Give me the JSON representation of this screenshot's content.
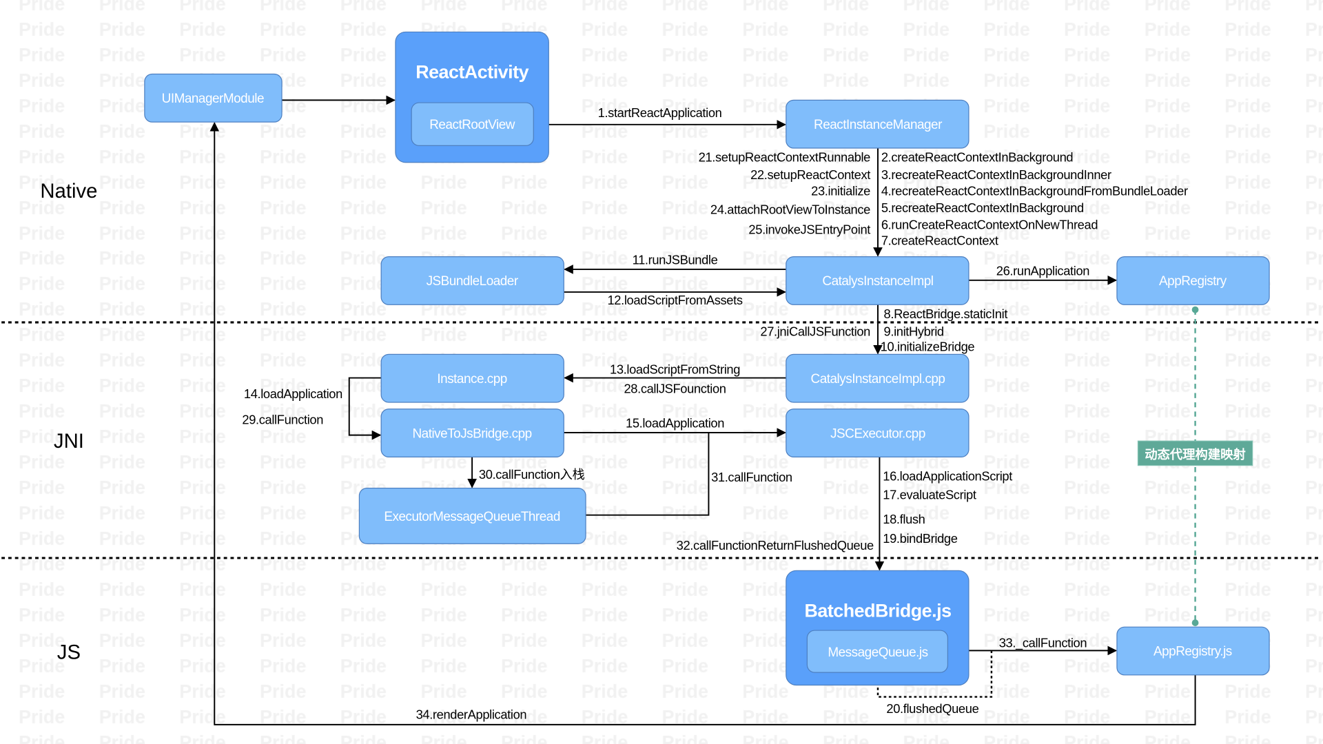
{
  "watermark": "Pride",
  "colors": {
    "box": "#80bdfb",
    "container": "#5aa0fa",
    "border": "#4d7fc0",
    "annotation": "#5fa998"
  },
  "sections": [
    "Native",
    "JNI",
    "JS"
  ],
  "nodes": {
    "ui_manager_module": "UIManagerModule",
    "react_activity": "ReactActivity",
    "react_root_view": "ReactRootView",
    "react_instance_manager": "ReactInstanceManager",
    "js_bundle_loader": "JSBundleLoader",
    "catalys_instance_impl": "CatalysInstanceImpl",
    "app_registry": "AppRegistry",
    "instance_cpp": "Instance.cpp",
    "catalys_instance_impl_cpp": "CatalysInstanceImpl.cpp",
    "native_to_js_bridge_cpp": "NativeToJsBridge.cpp",
    "jsc_executor_cpp": "JSCExecutor.cpp",
    "executor_message_queue_thread": "ExecutorMessageQueueThread",
    "batched_bridge_js": "BatchedBridge.js",
    "message_queue_js": "MessageQueue.js",
    "app_registry_js": "AppRegistry.js"
  },
  "annotation": "动态代理构建映射",
  "steps": {
    "s1": "1.startReactApplication",
    "s2": "2.createReactContextInBackground",
    "s3": "3.recreateReactContextInBackgroundInner",
    "s4": "4.recreateReactContextInBackgroundFromBundleLoader",
    "s5": "5.recreateReactContextInBackground",
    "s6": "6.runCreateReactContextOnNewThread",
    "s7": "7.createReactContext",
    "s8": "8.ReactBridge.staticInit",
    "s9": "9.initHybrid",
    "s10": "10.initializeBridge",
    "s11": "11.runJSBundle",
    "s12": "12.loadScriptFromAssets",
    "s13": "13.loadScriptFromString",
    "s14": "14.loadApplication",
    "s15": "15.loadApplication",
    "s16": "16.loadApplicationScript",
    "s17": "17.evaluateScript",
    "s18": "18.flush",
    "s19": "19.bindBridge",
    "s20": "20.flushedQueue",
    "s21": "21.setupReactContextRunnable",
    "s22": "22.setupReactContext",
    "s23": "23.initialize",
    "s24": "24.attachRootViewToInstance",
    "s25": "25.invokeJSEntryPoint",
    "s26": "26.runApplication",
    "s27": "27.jniCallJSFunction",
    "s28": "28.callJSFounction",
    "s29": "29.callFunction",
    "s30": "30.callFunction入栈",
    "s31": "31.callFunction",
    "s32": "32.callFunctionReturnFlushedQueue",
    "s33": "33._callFunction",
    "s34": "34.renderApplication"
  }
}
